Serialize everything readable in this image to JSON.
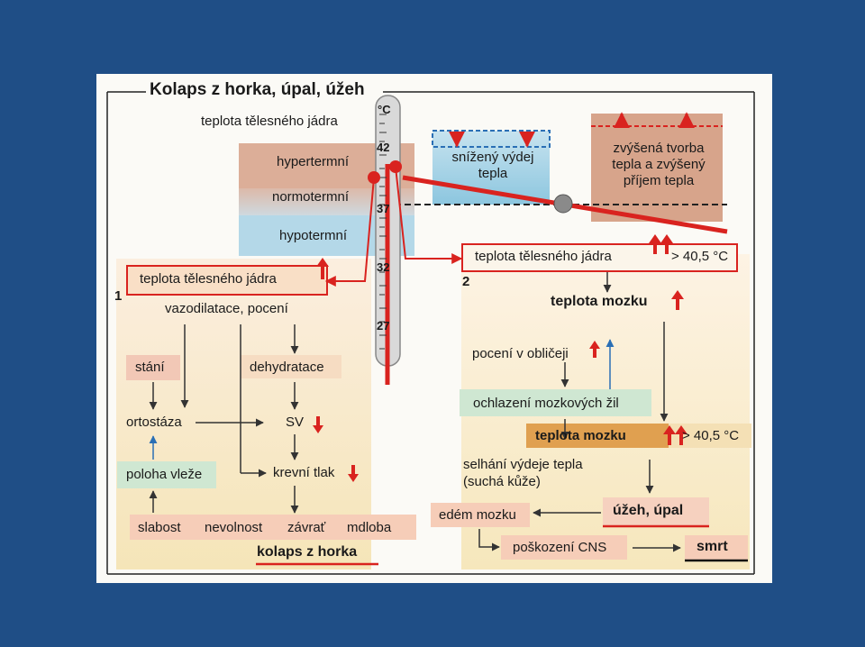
{
  "title": "Kolaps z horka, úpal, úžeh",
  "thermometer": {
    "unit": "°C",
    "ticks": [
      "42",
      "37",
      "32",
      "27"
    ]
  },
  "zones": {
    "header": "teplota tělesného jádra",
    "hyper": "hypertermní",
    "normo": "normotermní",
    "hypo": "hypotermní"
  },
  "balance": {
    "left_box": "snížený výdej tepla",
    "right_box": "zvýšená tvorba tepla a zvýšený příjem tepla"
  },
  "left_branch": {
    "number": "1",
    "core_temp": "teplota tělesného jádra",
    "vasodilation": "vazodilatace, pocení",
    "standing": "stání",
    "dehydration": "dehydratace",
    "orthostasis": "ortostáza",
    "sv": "SV",
    "lying": "poloha vleže",
    "blood_pressure": "krevní tlak",
    "weakness": "slabost",
    "nausea": "nevolnost",
    "dizziness": "závrať",
    "fainting": "mdloba",
    "result": "kolaps z horka"
  },
  "right_branch": {
    "number": "2",
    "core_temp": "teplota tělesného jádra",
    "core_threshold": "> 40,5 °C",
    "brain_temp": "teplota mozku",
    "face_sweat": "pocení v obličeji",
    "vein_cooling": "ochlazení mozkových žil",
    "brain_temp2": "teplota mozku",
    "brain_threshold": "> 40,5 °C",
    "heat_failure": "selhání výdeje tepla (suchá kůže)",
    "edema": "edém mozku",
    "heatstroke": "úžeh, úpal",
    "cns": "poškození CNS",
    "death": "smrt"
  },
  "colors": {
    "background": "#1f4e86",
    "red": "#d9231f",
    "blue": "#2a6fb5",
    "hot_zone": "#d9a68f",
    "cold_zone": "#a9d2e3"
  }
}
